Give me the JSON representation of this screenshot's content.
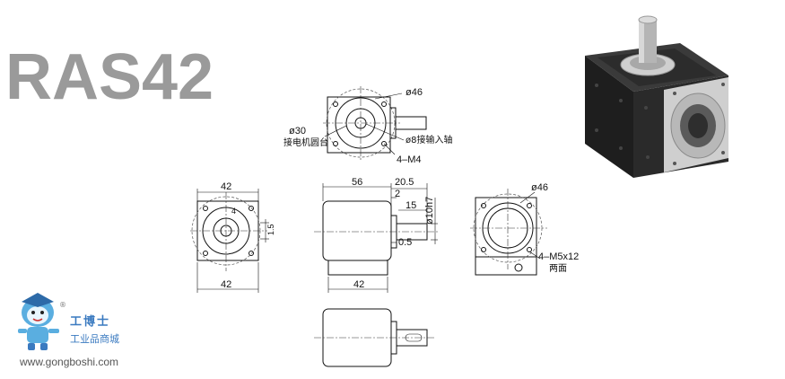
{
  "title": "RAS42",
  "colors": {
    "title": "#9a9a9a",
    "logo_cn": "#3a7ac0",
    "logo_url": "#555555",
    "logo_figure": "#5aaee0"
  },
  "top_view": {
    "d46": "ø46",
    "d30": "ø30",
    "motor_note": "接电机圆台",
    "shaft_note": "ø8接输入轴",
    "m4": "4–M4"
  },
  "side_view": {
    "len56": "56",
    "len205": "20.5",
    "len2": "2",
    "len15": "15",
    "shaft_dia": "ø10h7",
    "len05": "0.5",
    "len42": "42"
  },
  "front_view": {
    "w42_top": "42",
    "w42_bottom": "42",
    "inner4": "4",
    "side15": "1.5"
  },
  "right_view": {
    "d46": "ø46",
    "m5": "4–M5x12",
    "both_sides": "两面"
  },
  "logo": {
    "name": "工博士",
    "subtitle": "工业品商城",
    "url": "www.gongboshi.com",
    "reg": "®"
  }
}
